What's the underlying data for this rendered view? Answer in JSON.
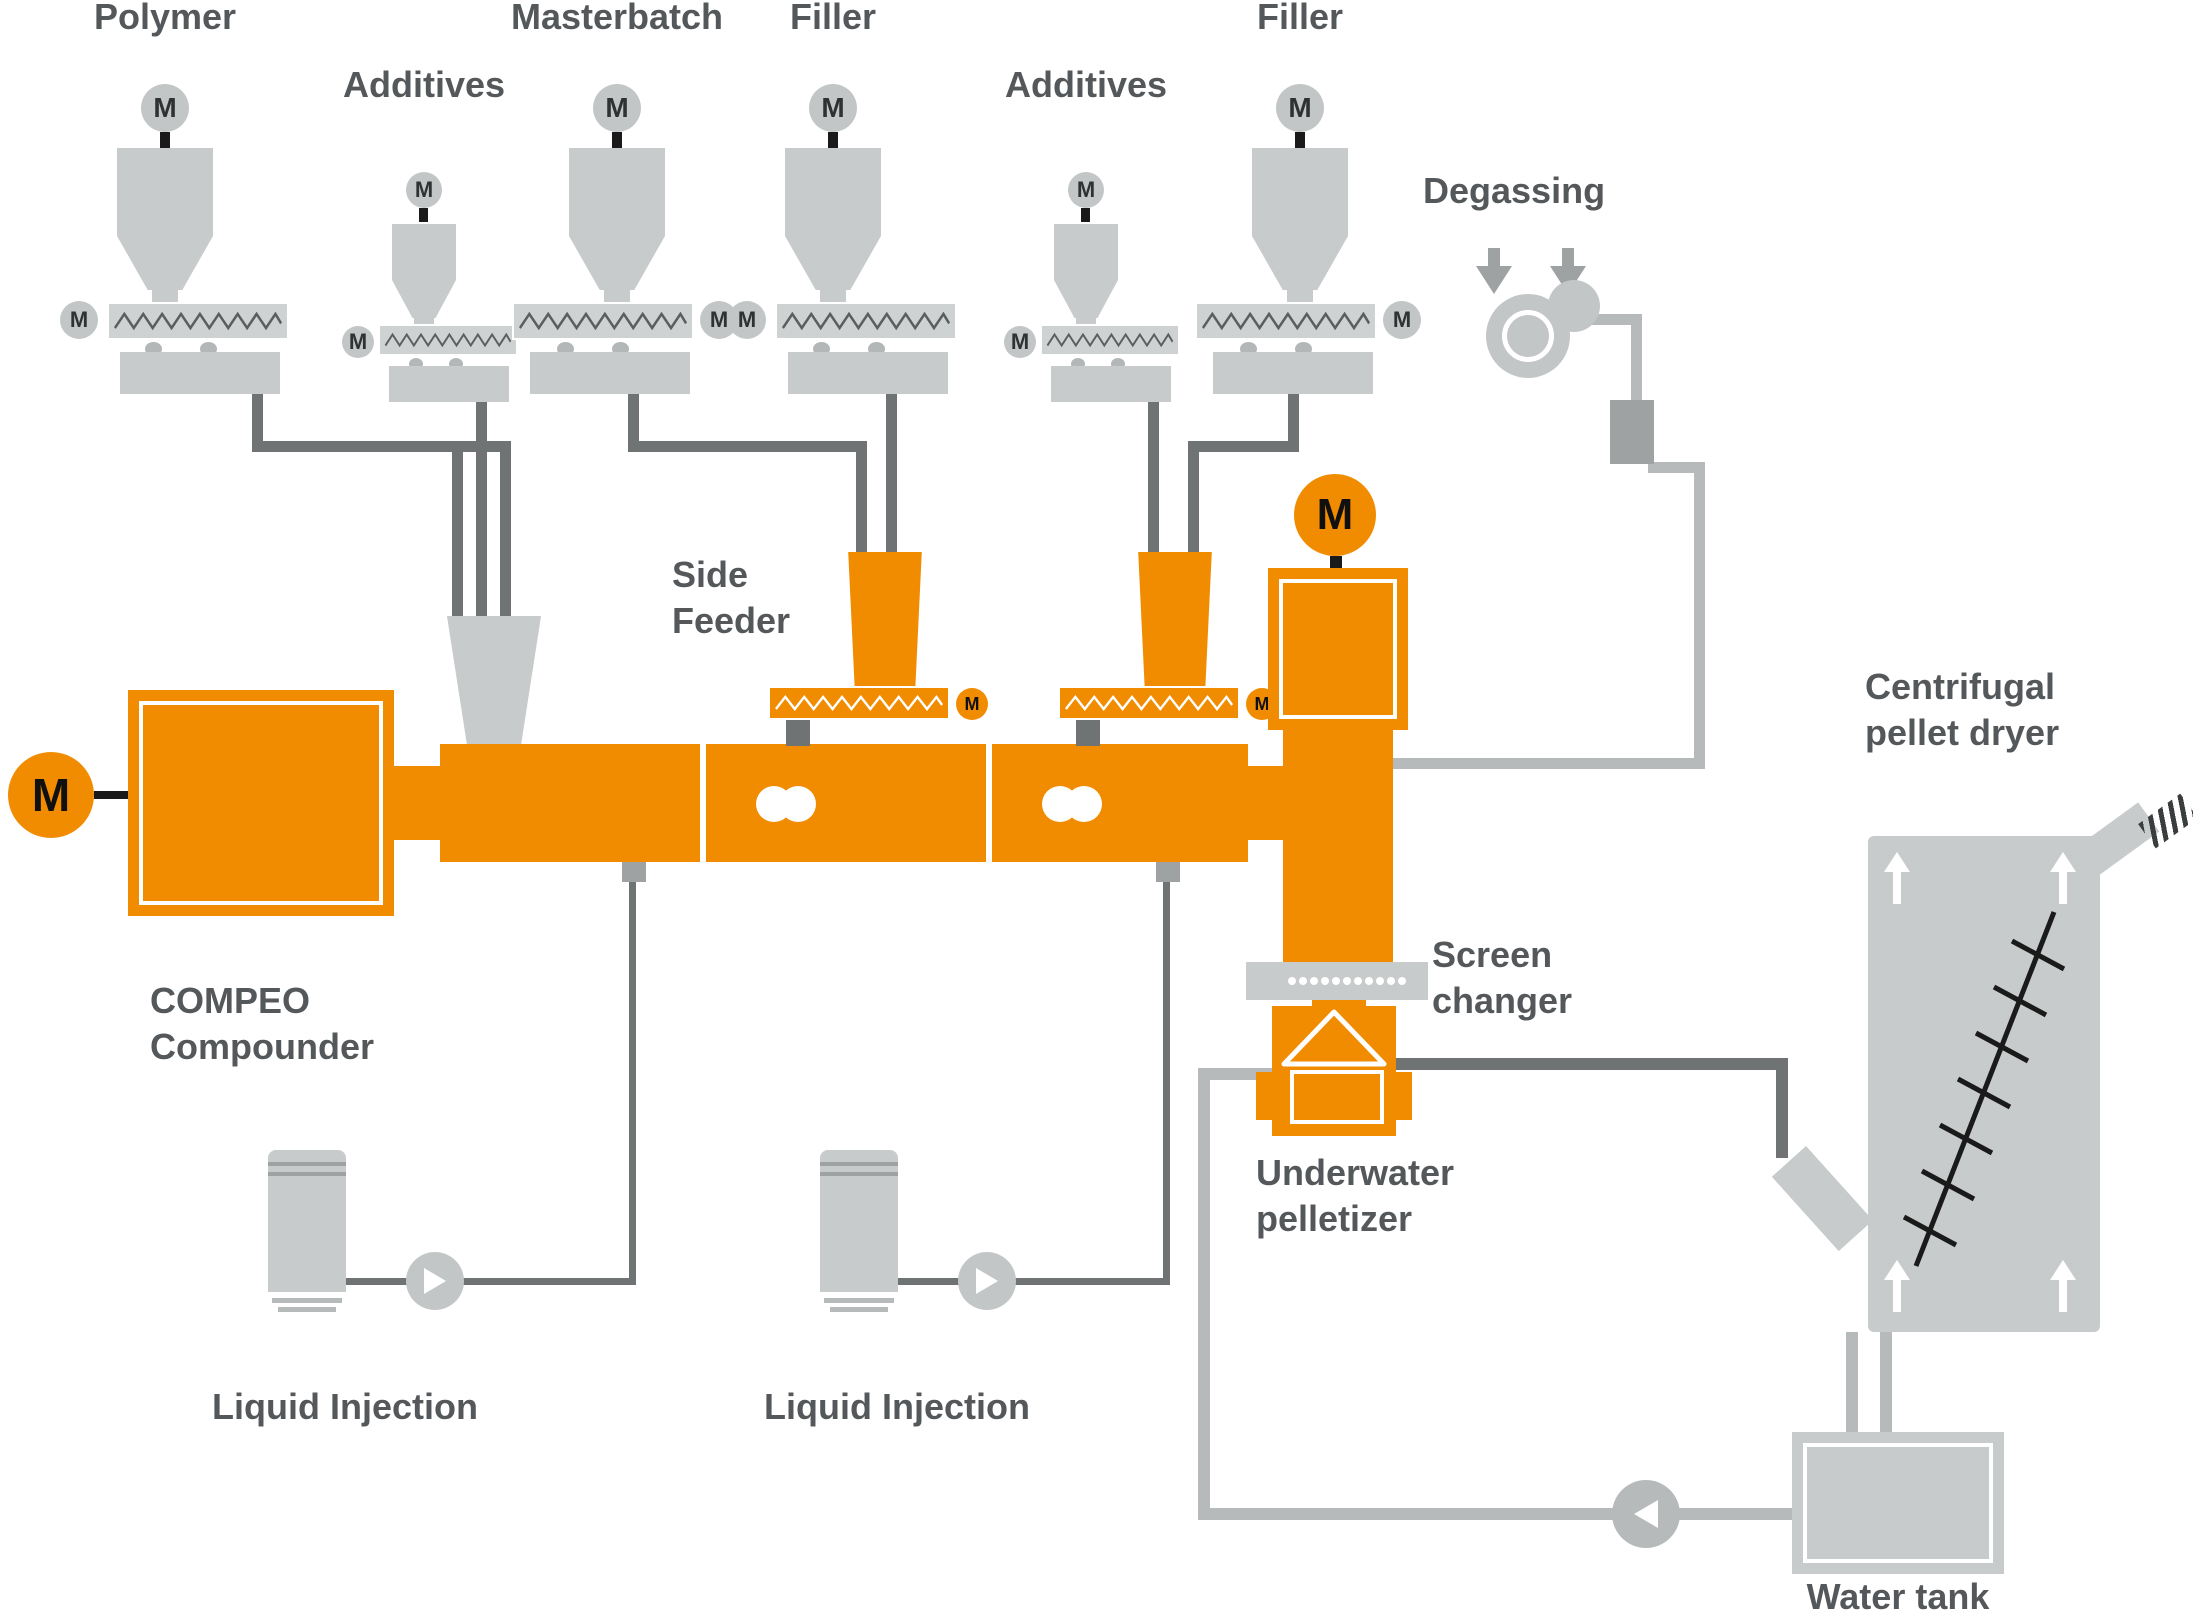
{
  "motor": {
    "label": "M"
  },
  "stations": [
    {
      "label": "Polymer"
    },
    {
      "label": "Additives"
    },
    {
      "label": "Masterbatch"
    },
    {
      "label": "Filler"
    },
    {
      "label": "Additives"
    },
    {
      "label": "Filler"
    }
  ],
  "degassing": {
    "label": "Degassing"
  },
  "side_feeder": {
    "line1": "Side",
    "line2": "Feeder"
  },
  "compounder": {
    "line1": "COMPEO",
    "line2": "Compounder"
  },
  "screen_changer": {
    "line1": "Screen",
    "line2": "changer"
  },
  "underwater_pelletizer": {
    "line1": "Underwater",
    "line2": "pelletizer"
  },
  "pellet_dryer": {
    "line1": "Centrifugal",
    "line2": "pellet dryer"
  },
  "water_tank": {
    "label": "Water tank"
  },
  "liquid_injection_1": {
    "label": "Liquid Injection"
  },
  "liquid_injection_2": {
    "label": "Liquid Injection"
  },
  "colors": {
    "accent_orange": "#F18C00",
    "equipment_gray": "#C8CBCB",
    "pipe_dark": "#6F7374",
    "pipe_light": "#B7BABA",
    "label_text": "#54585A"
  }
}
